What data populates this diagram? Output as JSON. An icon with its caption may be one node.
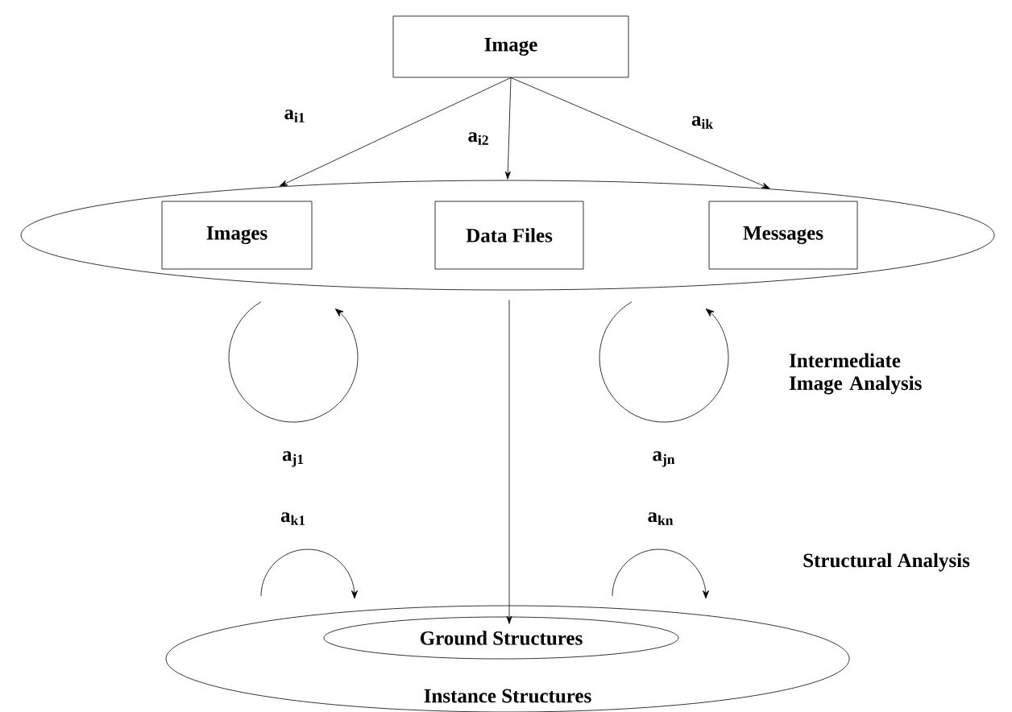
{
  "diagram": {
    "nodes": [
      {
        "text": [
          "Image"
        ]
      },
      {
        "text": [],
        "shape": "ellipse"
      },
      {
        "text": [
          "Images"
        ],
        "in": 1
      },
      {
        "text": [
          "Data Files"
        ],
        "in": 1
      },
      {
        "text": [
          "Messages"
        ],
        "in": 1
      },
      {
        "text": [
          "Instance Structures"
        ]
      },
      {
        "text": [
          "Ground Structures"
        ],
        "in": 5
      }
    ],
    "edges": [
      {
        "from": 0,
        "to": 1,
        "arrow": "to",
        "label": "a$_{i1}$"
      },
      {
        "from": 0,
        "to": 1,
        "arrow": "to",
        "label": "a$_{i2}$"
      },
      {
        "from": 0,
        "to": 1,
        "arrow": "to",
        "label": "a$_{ik}$"
      },
      {
        "from": 1,
        "to": 5,
        "arrow": "to"
      }
    ],
    "labels": [
      "Intermediate Image Analysis",
      "a$_{j1}$",
      "a$_{jn}$",
      "a$_{k1}$",
      "a$_{kn}$",
      "Structural Analysis"
    ]
  }
}
